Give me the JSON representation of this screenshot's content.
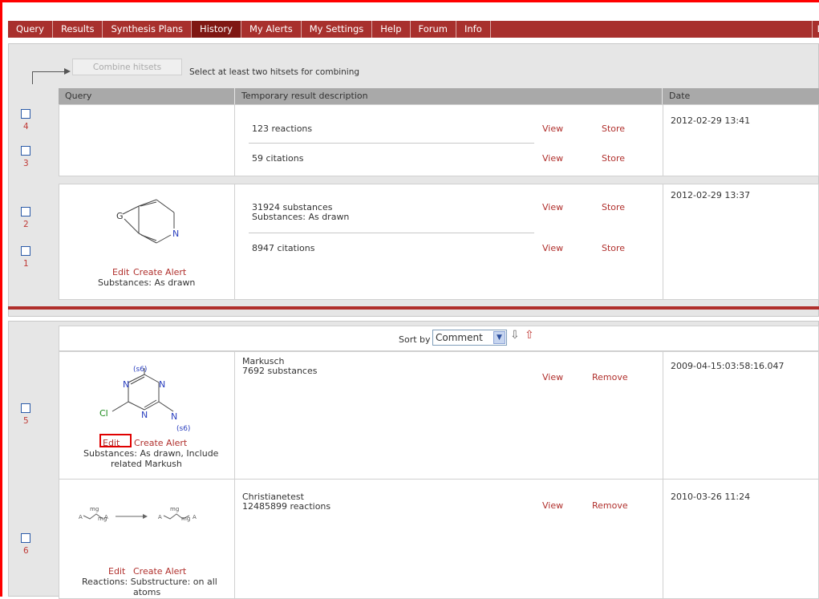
{
  "nav": {
    "tabs": [
      "Query",
      "Results",
      "Synthesis Plans",
      "History",
      "My Alerts",
      "My Settings",
      "Help",
      "Forum",
      "Info"
    ],
    "active": "History",
    "trailing": "L"
  },
  "combine": {
    "button_label": "Combine hitsets",
    "hint": "Select at least two hitsets for combining"
  },
  "headers": {
    "query": "Query",
    "description": "Temporary result description",
    "date": "Date"
  },
  "history": {
    "row1": {
      "checkboxes": [
        "4",
        "3"
      ],
      "results": [
        {
          "line1": "123 reactions",
          "line2": "",
          "view": "View",
          "action": "Store"
        },
        {
          "line1": "59 citations",
          "line2": "",
          "view": "View",
          "action": "Store"
        }
      ],
      "date": "2012-02-29 13:41"
    },
    "row2": {
      "checkboxes": [
        "2",
        "1"
      ],
      "structure_labels": {
        "g": "G",
        "n": "N"
      },
      "edit": "Edit",
      "create_alert": "Create Alert",
      "subtitle": "Substances: As drawn",
      "results": [
        {
          "line1": "31924 substances",
          "line2": "Substances: As drawn",
          "view": "View",
          "action": "Store"
        },
        {
          "line1": "8947 citations",
          "line2": "",
          "view": "View",
          "action": "Store"
        }
      ],
      "date": "2012-02-29 13:37"
    }
  },
  "sort": {
    "label": "Sort by",
    "selected": "Comment",
    "down_icon": "arrow-down-outline-icon",
    "up_icon": "arrow-up-outline-icon"
  },
  "stored": {
    "row5": {
      "checkbox": "5",
      "structure_labels": {
        "s6_top": "(s6)",
        "n1": "N",
        "n2": "N",
        "n3": "N",
        "n4": "N",
        "cl": "Cl",
        "s6_bottom": "(s6)"
      },
      "edit": "Edit",
      "create_alert": "Create Alert",
      "subtitle_line1": "Substances: As drawn, Include",
      "subtitle_line2": "related Markush",
      "name": "Markusch",
      "count": "7692 substances",
      "view": "View",
      "action": "Remove",
      "date": "2009-04-15:03:58:16.047"
    },
    "row6": {
      "checkbox": "6",
      "reaction_labels": {
        "a1": "A",
        "mg1": "mg",
        "mg2": "mg",
        "a2": "A",
        "mg3": "mg",
        "a3": "A",
        "mg4": "mg",
        "a4": "A"
      },
      "edit": "Edit",
      "create_alert": "Create Alert",
      "subtitle_line1": "Reactions: Substructure: on all",
      "subtitle_line2": "atoms",
      "name": "Christianetest",
      "count": "12485899 reactions",
      "view": "View",
      "action": "Remove",
      "date": "2010-03-26 11:24"
    }
  },
  "colors": {
    "nav": "#a8302d",
    "nav_active": "#7f1713",
    "link": "#b02f2c",
    "highlight": "#e00000"
  }
}
